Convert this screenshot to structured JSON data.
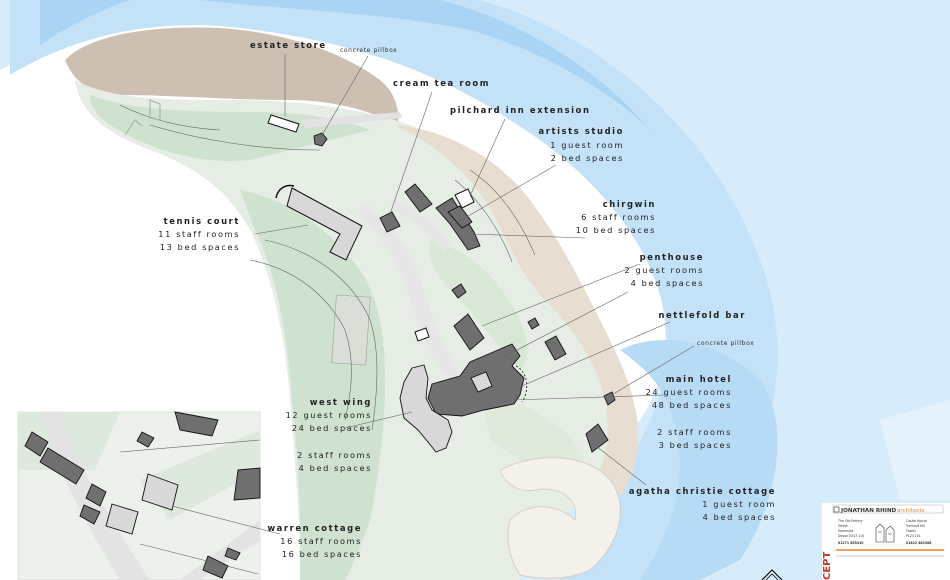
{
  "labels": {
    "estate_store": "estate store",
    "pillbox_top": "concrete pillbox",
    "cream_tea_room": "cream tea room",
    "pilchard_inn": "pilchard inn extension",
    "artists_studio": {
      "title": "artists studio",
      "l1": "1 guest room",
      "l2": "2 bed spaces"
    },
    "chirgwin": {
      "title": "chirgwin",
      "l1": "6 staff rooms",
      "l2": "10 bed spaces"
    },
    "tennis_court": {
      "title": "tennis court",
      "l1": "11 staff rooms",
      "l2": "13 bed spaces"
    },
    "penthouse": {
      "title": "penthouse",
      "l1": "2 guest rooms",
      "l2": "4 bed spaces"
    },
    "nettlefold_bar": "nettlefold bar",
    "pillbox_right": "concrete pillbox",
    "main_hotel": {
      "title": "main hotel",
      "l1": "24 guest rooms",
      "l2": "48 bed spaces",
      "l3": "2 staff rooms",
      "l4": "3 bed spaces"
    },
    "west_wing": {
      "title": "west wing",
      "l1": "12 guest rooms",
      "l2": "24 bed spaces",
      "l3": "2 staff rooms",
      "l4": "4 bed spaces"
    },
    "agatha": {
      "title": "agatha christie cottage",
      "l1": "1 guest room",
      "l2": "4 bed spaces"
    },
    "warren_cottage": {
      "title": "warren cottage",
      "l1": "16 staff rooms",
      "l2": "16 bed spaces"
    }
  },
  "title_block": {
    "firm_a": "JONATHAN RHIND",
    "firm_b": "architects",
    "stamp": "CEPT",
    "addr_left_1": "The Old Pottery",
    "addr_left_2": "Street",
    "addr_left_3": "Somerset",
    "addr_left_4": "Devon EX23 1UJ",
    "phone_left": "01271 855410",
    "addr_right_1": "Castle House",
    "addr_right_2": "Tremont Hill",
    "addr_right_3": "Fowey",
    "addr_right_4": "PL23 1EL",
    "phone_right": "01822 482388"
  },
  "colors": {
    "sea": "#cfe8f8",
    "sea_deep": "#a9d4f3",
    "land": "#e5ede4",
    "green": "#cfe1cf",
    "sand": "#e8ddd1",
    "cliff": "#cdbfb1",
    "road": "#e7e7e7",
    "building": "#6f6f6f",
    "brand_orange": "#e8822c",
    "stamp_red": "#c0392b"
  }
}
